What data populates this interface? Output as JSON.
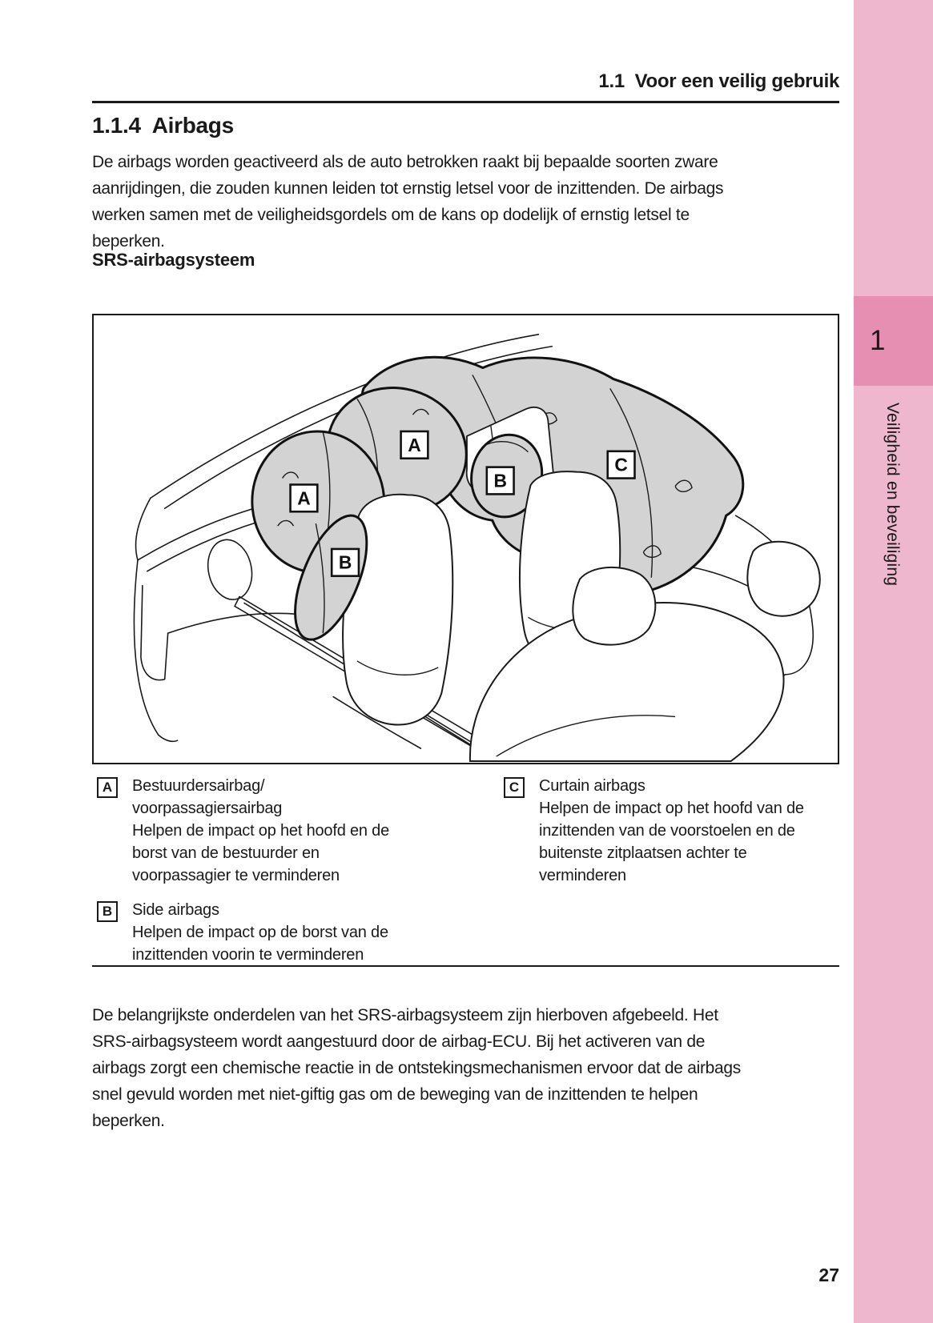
{
  "page": {
    "header": "1.1  Voor een veilig gebruik",
    "section_title": "1.1.4  Airbags",
    "intro_paragraph": "De airbags worden geactiveerd als de auto betrokken raakt bij bepaalde soorten zware\naanrijdingen, die zouden kunnen leiden tot ernstig letsel voor de inzittenden. De airbags\nwerken samen met de veiligheidsgordels om de kans op dodelijk of ernstig letsel te\nbeperken.",
    "subheading": "SRS-airbagsysteem",
    "closing_paragraph": "De belangrijkste onderdelen van het SRS-airbagsysteem zijn hierboven afgebeeld. Het\nSRS-airbagsysteem wordt aangestuurd door de airbag-ECU. Bij het activeren van de\nairbags zorgt een chemische reactie in de ontstekingsmechanismen ervoor dat de airbags\nsnel gevuld worden met niet-giftig gas om de beweging van de inzittenden te helpen\nbeperken.",
    "page_number": "27"
  },
  "sidebar": {
    "chapter_number": "1",
    "chapter_label": "Veiligheid en beveiliging",
    "strip_color": "#efb7cd",
    "tab_color": "#e78fb3"
  },
  "figure": {
    "airbag_fill": "#d3d3d3",
    "line_color": "#1a1a1a",
    "callouts": [
      {
        "letter": "A"
      },
      {
        "letter": "A"
      },
      {
        "letter": "B"
      },
      {
        "letter": "B"
      },
      {
        "letter": "C"
      }
    ],
    "legend": [
      {
        "marker": "A",
        "title": "Bestuurdersairbag/\nvoorpassagiersairbag",
        "description": "Helpen de impact op het hoofd en de\nborst van de bestuurder en\nvoorpassagier te verminderen"
      },
      {
        "marker": "B",
        "title": "Side airbags",
        "description": "Helpen de impact op de borst van de\ninzittenden voorin te verminderen"
      },
      {
        "marker": "C",
        "title": "Curtain airbags",
        "description": "Helpen de impact op het hoofd van de\ninzittenden van de voorstoelen en de\nbuitenste zitplaatsen achter te\nverminderen"
      }
    ]
  }
}
